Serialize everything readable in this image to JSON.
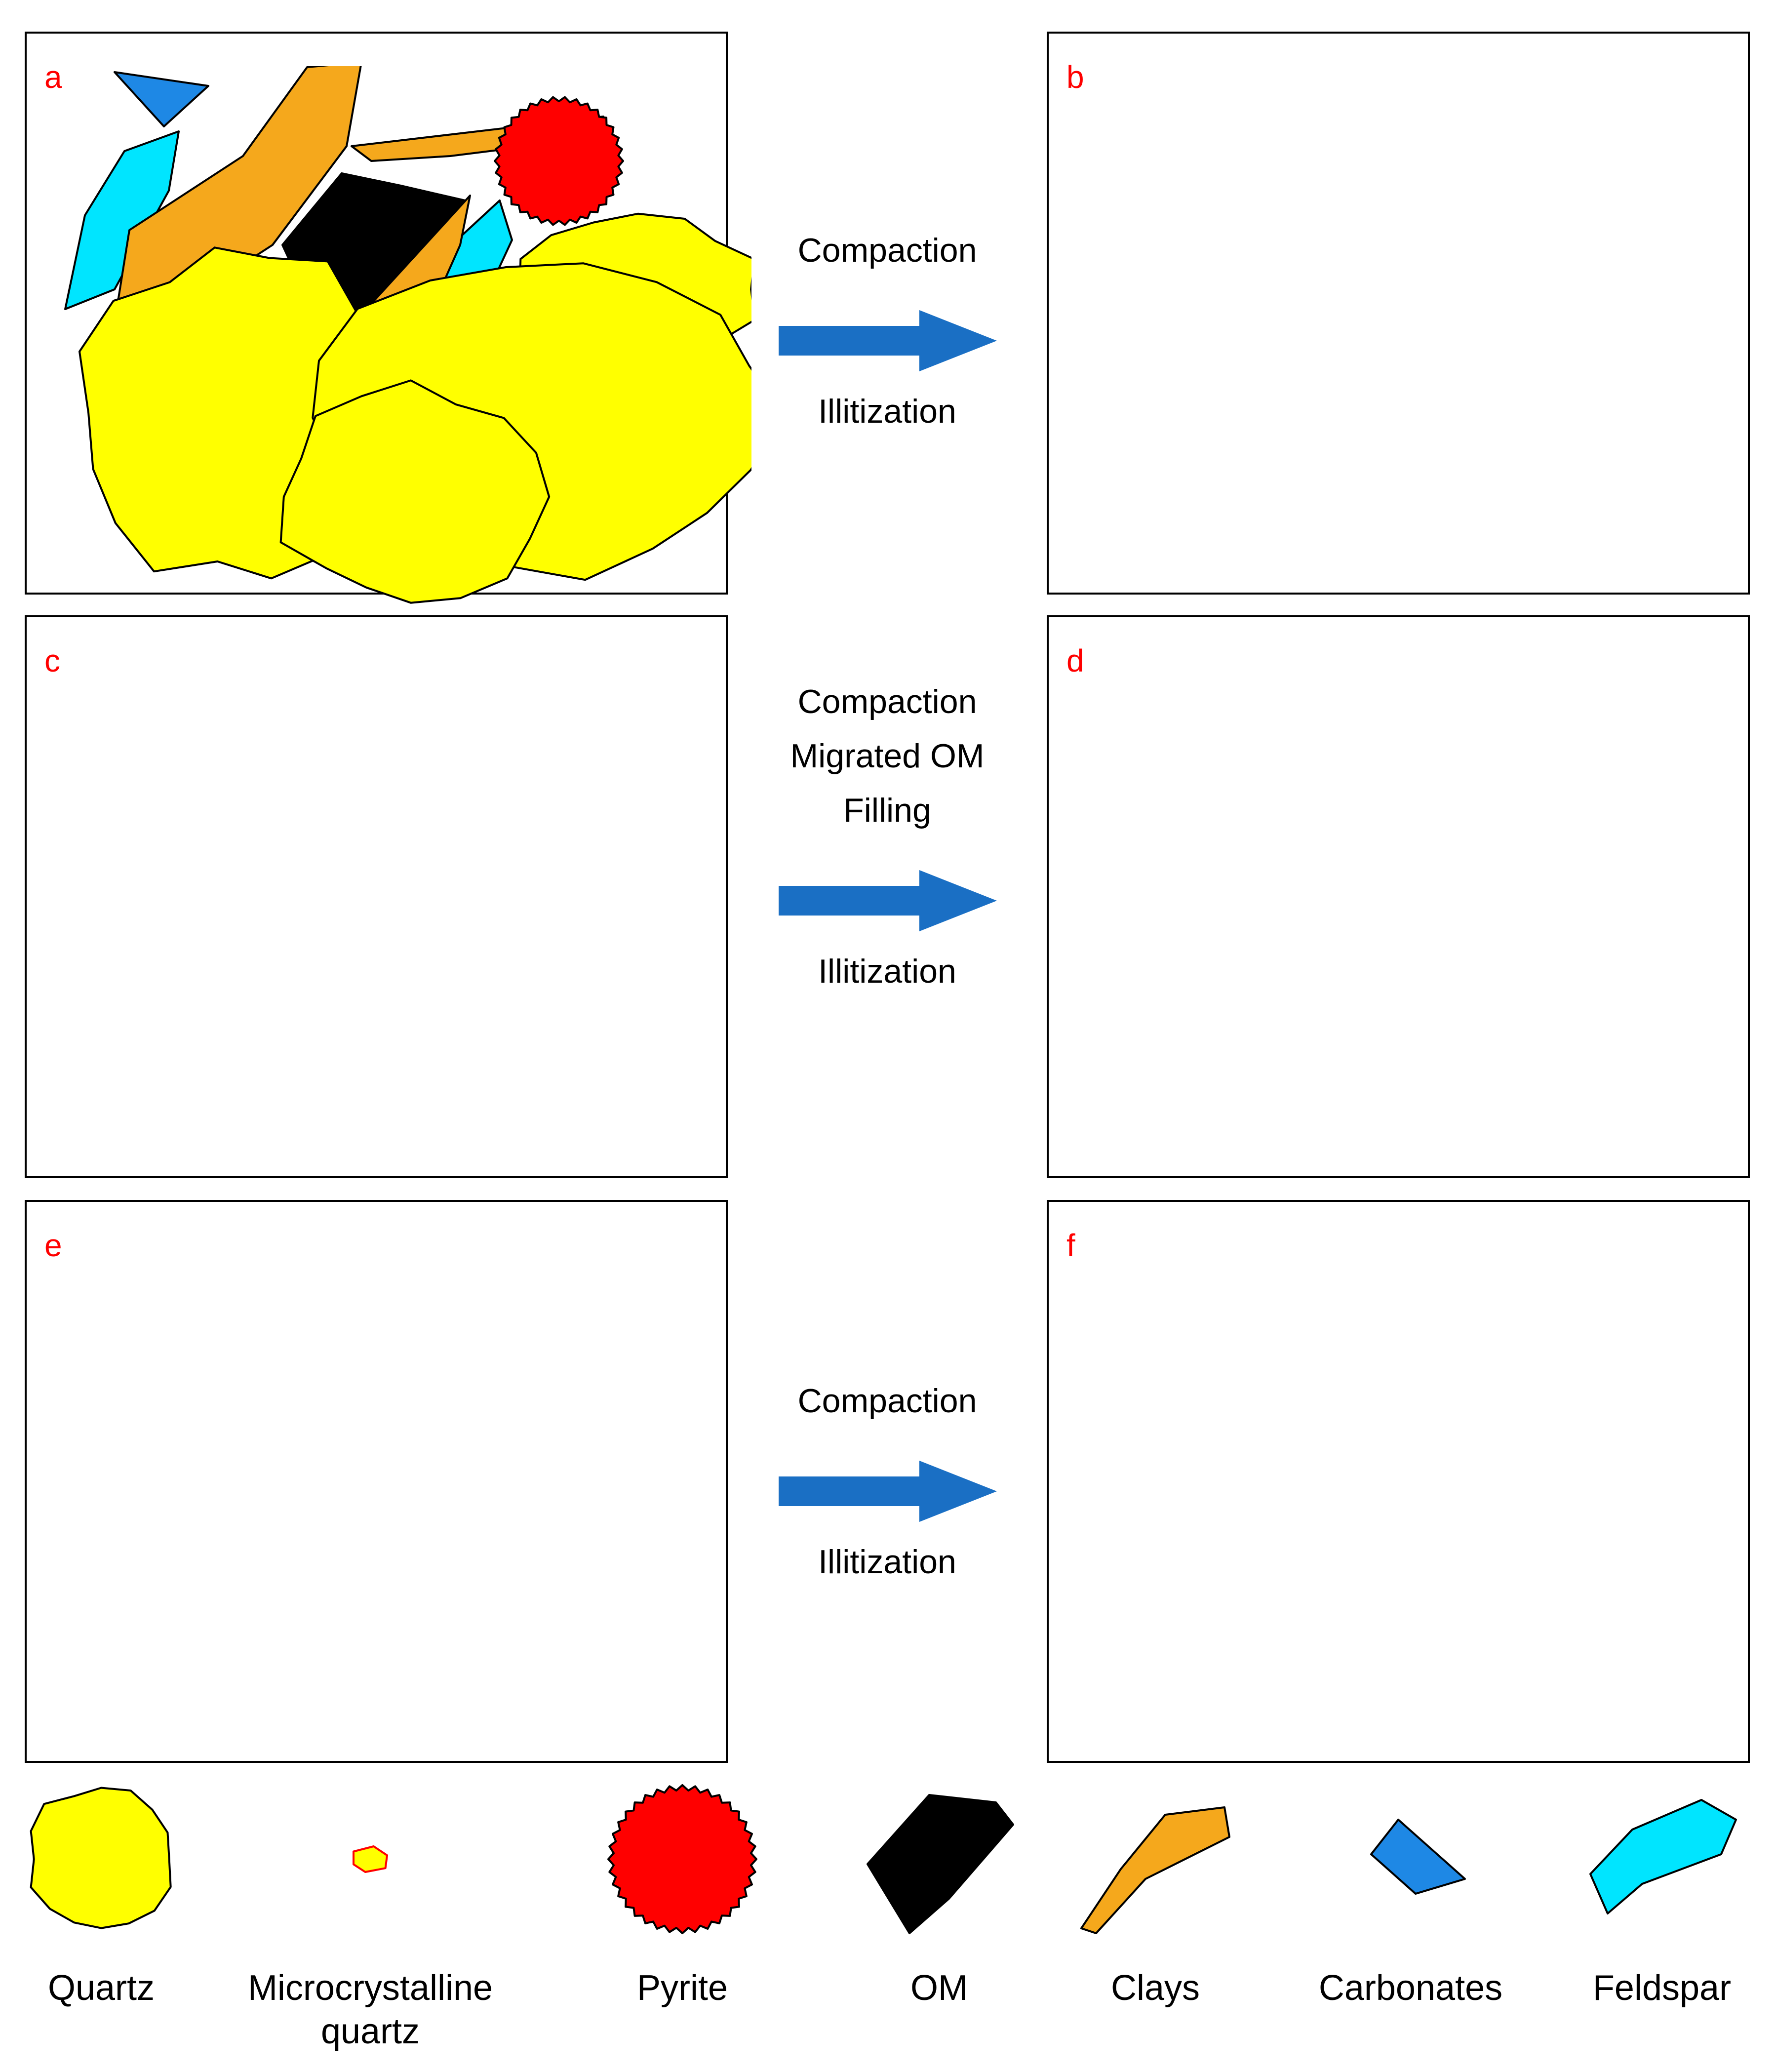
{
  "colors": {
    "quartz": "#ffff00",
    "microcrystalline_quartz_fill": "#ffff00",
    "microcrystalline_quartz_edge": "#ff0000",
    "pyrite": "#ff0000",
    "om": "#000000",
    "om_pores": "#ffffff",
    "clays": "#f5a81c",
    "carbonates": "#1e88e5",
    "feldspar": "#00e5ff",
    "arrow": "#1a6fc4",
    "panel_letter": "#ff0000"
  },
  "panels": [
    {
      "letter": "a"
    },
    {
      "letter": "b"
    },
    {
      "letter": "c"
    },
    {
      "letter": "d"
    },
    {
      "letter": "e"
    },
    {
      "letter": "f"
    }
  ],
  "transitions": [
    {
      "lines_above": [
        "Compaction"
      ],
      "lines_below": [
        "Illitization"
      ]
    },
    {
      "lines_above": [
        "Compaction",
        "Migrated OM",
        "Filling"
      ],
      "lines_below": [
        "Illitization"
      ]
    },
    {
      "lines_above": [
        "Compaction"
      ],
      "lines_below": [
        "Illitization"
      ]
    }
  ],
  "legend": [
    {
      "lines": [
        "Quartz"
      ],
      "icon": "quartz-grain-icon"
    },
    {
      "lines": [
        "Microcrystalline",
        "quartz"
      ],
      "icon": "microcrystalline-quartz-icon"
    },
    {
      "lines": [
        "Pyrite"
      ],
      "icon": "pyrite-grain-icon"
    },
    {
      "lines": [
        "OM"
      ],
      "icon": "om-grain-icon"
    },
    {
      "lines": [
        "Clays"
      ],
      "icon": "clay-grain-icon"
    },
    {
      "lines": [
        "Carbonates"
      ],
      "icon": "carbonate-grain-icon"
    },
    {
      "lines": [
        "Feldspar"
      ],
      "icon": "feldspar-grain-icon"
    }
  ]
}
